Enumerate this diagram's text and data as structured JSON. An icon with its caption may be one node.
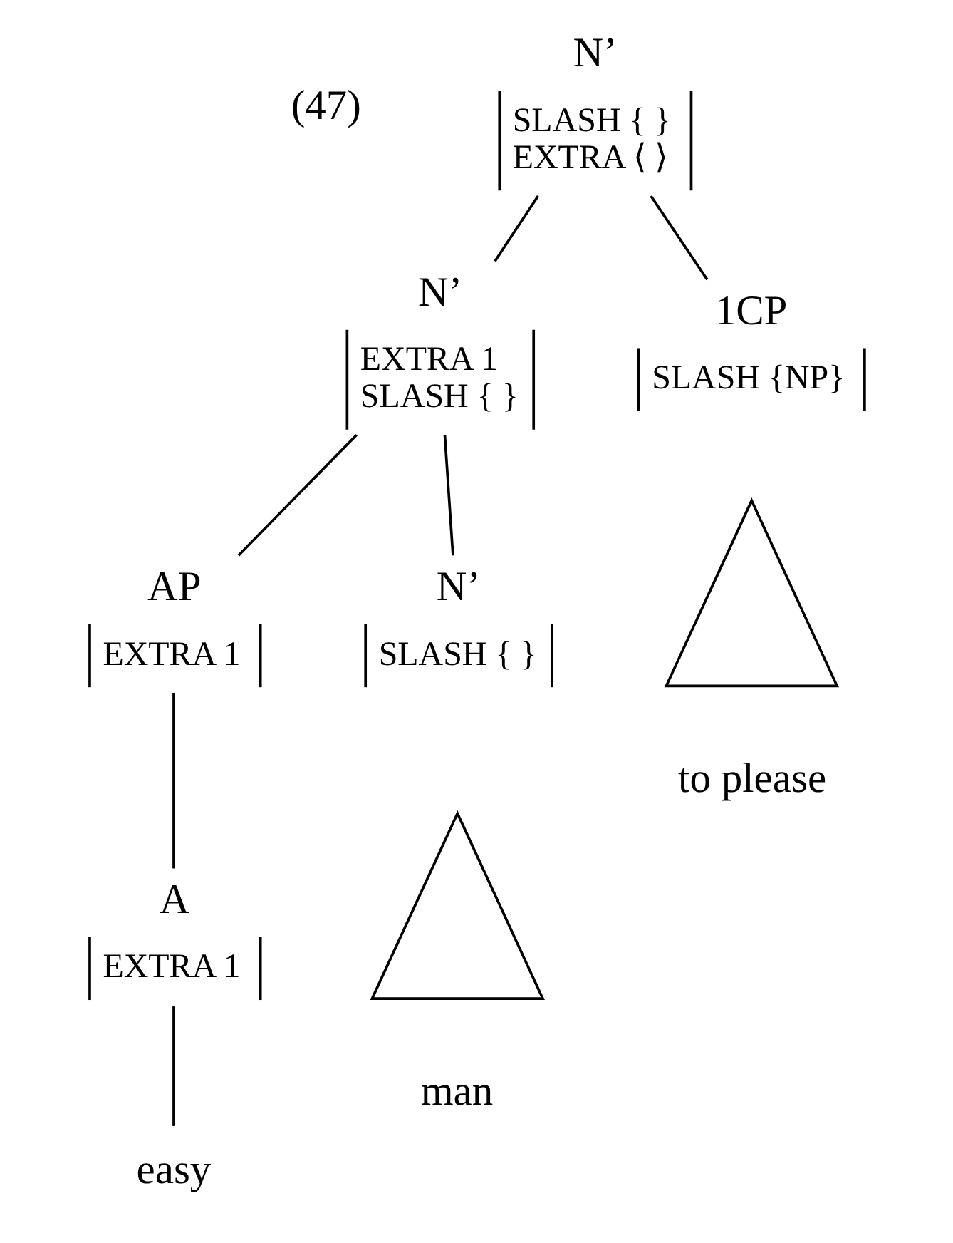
{
  "diagram": {
    "nodes": [
      {
        "text": [
          "N’",
          "SLASH { }",
          "EXTRA ⟨ ⟩"
        ]
      },
      {
        "text": [
          "N’",
          "EXTRA 1",
          "SLASH { }"
        ]
      },
      {
        "text": [
          "1CP",
          "SLASH {NP}"
        ]
      },
      {
        "text": [
          "AP",
          "EXTRA 1"
        ]
      },
      {
        "text": [
          "N’",
          "SLASH { }"
        ]
      },
      {
        "text": [
          "to please"
        ]
      },
      {
        "text": [
          "A",
          "EXTRA 1"
        ]
      },
      {
        "text": [
          "man"
        ]
      },
      {
        "text": [
          "easy"
        ]
      }
    ],
    "edges": [
      {
        "from": 0,
        "to": 1,
        "arrow": "none"
      },
      {
        "from": 0,
        "to": 2,
        "arrow": "none"
      },
      {
        "from": 1,
        "to": 3,
        "arrow": "none"
      },
      {
        "from": 1,
        "to": 4,
        "arrow": "none"
      },
      {
        "from": 3,
        "to": 6,
        "arrow": "none"
      },
      {
        "from": 6,
        "to": 8,
        "arrow": "none"
      }
    ],
    "labels": [
      "(47)"
    ]
  }
}
